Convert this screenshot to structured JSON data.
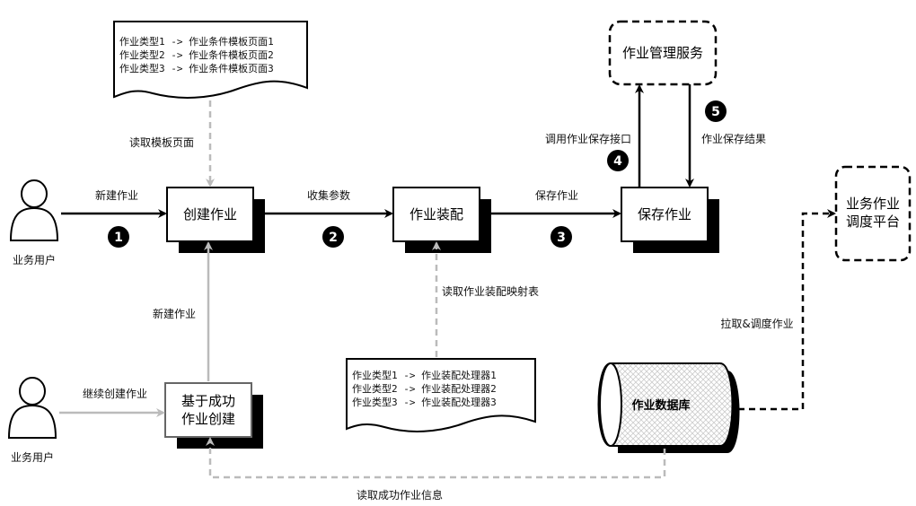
{
  "actors": {
    "top_user": "业务用户",
    "bottom_user": "业务用户"
  },
  "boxes": {
    "create_job": "创建作业",
    "assemble_job": "作业装配",
    "save_job": "保存作业",
    "job_mgmt_service": "作业管理服务",
    "scheduler_platform_line1": "业务作业",
    "scheduler_platform_line2": "调度平台",
    "success_create_line1": "基于成功",
    "success_create_line2": "作业创建",
    "job_database": "作业数据库"
  },
  "documents": {
    "templates": [
      "作业类型1 -> 作业条件模板页面1",
      "作业类型2 -> 作业条件模板页面2",
      "作业类型3 -> 作业条件模板页面3"
    ],
    "handlers": [
      "作业类型1 -> 作业装配处理器1",
      "作业类型2 -> 作业装配处理器2",
      "作业类型3 -> 作业装配处理器3"
    ]
  },
  "edges": {
    "new_job": "新建作业",
    "collect_params": "收集参数",
    "save_job": "保存作业",
    "call_save_api": "调用作业保存接口",
    "save_result": "作业保存结果",
    "read_template_page": "读取模板页面",
    "read_mapping_table": "读取作业装配映射表",
    "new_job_from_success": "新建作业",
    "continue_create": "继续创建作业",
    "read_success_info": "读取成功作业信息",
    "pull_schedule": "拉取&调度作业"
  },
  "steps": [
    "1",
    "2",
    "3",
    "4",
    "5"
  ]
}
